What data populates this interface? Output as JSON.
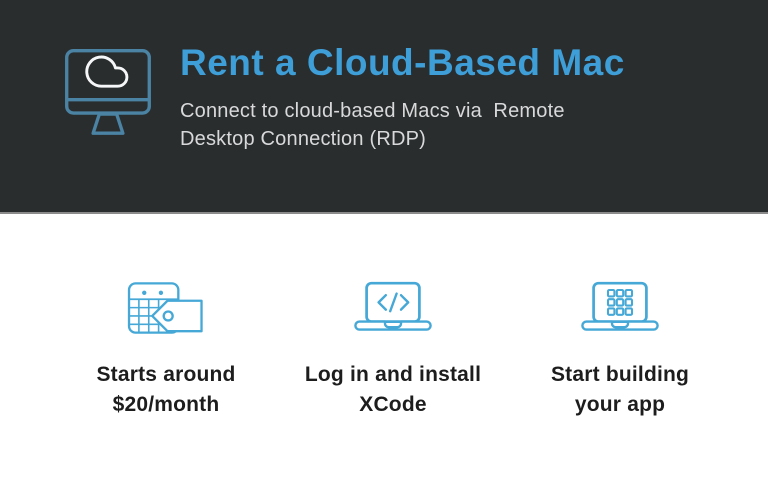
{
  "header": {
    "title": "Rent a Cloud-Based Mac",
    "subtitle_line1": "Connect to cloud-based Macs via  Remote",
    "subtitle_line2": "Desktop Connection (RDP)",
    "icon": "monitor-cloud-icon"
  },
  "features": [
    {
      "icon": "calendar-price-tag-icon",
      "label_line1": "Starts around",
      "label_line2": "$20/month"
    },
    {
      "icon": "laptop-code-icon",
      "label_line1": "Log in and install",
      "label_line2": "XCode"
    },
    {
      "icon": "laptop-app-grid-icon",
      "label_line1": "Start building",
      "label_line2": "your app"
    }
  ],
  "colors": {
    "header_bg": "#2a2d2e",
    "title_blue": "#3e9ed8",
    "subtitle_gray": "#d8d9da",
    "icon_blue": "#45a8d6",
    "header_icon_blue": "#4a83a4",
    "cloud_white": "#f5f7f8",
    "label_dark": "#1d1d1d",
    "divider_gray": "#8b8b8b",
    "page_bg": "#ffffff"
  }
}
